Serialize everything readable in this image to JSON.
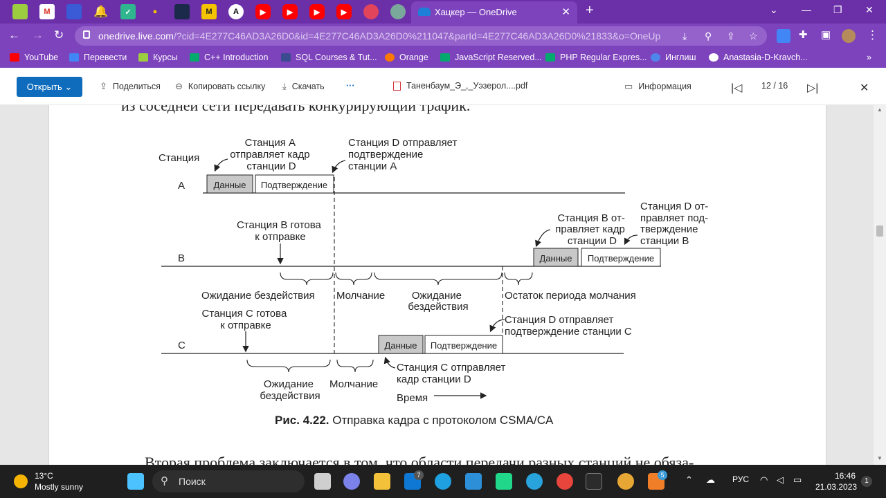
{
  "browser": {
    "active_tab_title": "Хацкер — OneDrive",
    "new_tab_symbol": "+",
    "url_host": "onedrive.live.com",
    "url_path": "/?cid=4E277C46AD3A26D0&id=4E277C46AD3A26D0%211047&parId=4E277C46AD3A26D0%21833&o=OneUp"
  },
  "bookmarks": [
    {
      "label": "YouTube",
      "color": "#ff0000"
    },
    {
      "label": "Перевести",
      "color": "#4285f4"
    },
    {
      "label": "Курсы",
      "color": "#9ccc3f"
    },
    {
      "label": "C++ Introduction",
      "color": "#04aa6d"
    },
    {
      "label": "SQL Courses & Tut...",
      "color": "#3b4b8f"
    },
    {
      "label": "Orange",
      "color": "#ff7900"
    },
    {
      "label": "JavaScript Reserved...",
      "color": "#04aa6d"
    },
    {
      "label": "PHP Regular Expres...",
      "color": "#04aa6d"
    },
    {
      "label": "Инглиш",
      "color": "#4f86ec"
    },
    {
      "label": "Anastasia-D-Kravch...",
      "color": "#ffffff"
    }
  ],
  "toolbar": {
    "open_label": "Открыть",
    "share_label": "Поделиться",
    "copy_link_label": "Копировать ссылку",
    "download_label": "Скачать",
    "more_label": "···",
    "file_name": "Таненбаум_Э_,_Уэзерол....pdf",
    "info_label": "Информация",
    "page_indicator": "12 / 16"
  },
  "document": {
    "text_top": "из соседней сети передавать конкурирующий трафик.",
    "text_bottom": "Вторая проблема заключается в том, что области передачи разных станций не обяза-",
    "caption_num": "Рис. 4.22.",
    "caption_text": " Отправка кадра с протоколом CSMA/CA",
    "diagram": {
      "station_header": "Станция",
      "station_a": "A",
      "station_b": "B",
      "station_c": "C",
      "data_box": "Данные",
      "ack_box": "Подтверждение",
      "a_sends": [
        "Станция A",
        "отправляет кадр",
        "станции D"
      ],
      "d_acks_a": [
        "Станция D отправляет",
        "подтверждение",
        "станции A"
      ],
      "b_ready": [
        "Станция B готова",
        "к отправке"
      ],
      "b_sends": [
        "Станция B от-",
        "правляет кадр",
        "станции D"
      ],
      "d_acks_b": [
        "Станция D от-",
        "правляет под-",
        "тверждение",
        "станции B"
      ],
      "idle_wait": "Ожидание бездействия",
      "silence": "Молчание",
      "idle_wait_2": [
        "Ожидание",
        "бездействия"
      ],
      "silence_rest": "Остаток периода молчания",
      "c_ready": [
        "Станция C готова",
        "к отправке"
      ],
      "d_acks_c": [
        "Станция D отправляет",
        "подтверждение станции C"
      ],
      "c_sends": [
        "Станция C отправляет",
        "кадр станции D"
      ],
      "time": "Время",
      "idle_wait_c": [
        "Ожидание",
        "бездействия"
      ],
      "silence_c": "Молчание"
    }
  },
  "taskbar": {
    "temperature": "13°C",
    "weather": "Mostly sunny",
    "search_label": "Поиск",
    "mail_badge": "7",
    "notif_badge": "5",
    "language": "РУС",
    "time": "16:46",
    "date": "21.03.2023",
    "notif_count": "1"
  }
}
